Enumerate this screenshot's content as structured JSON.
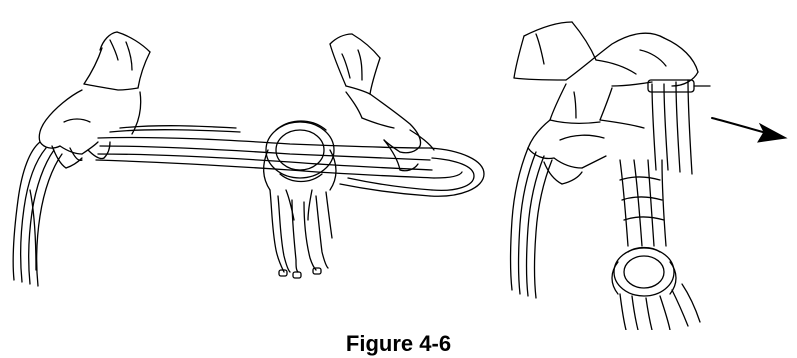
{
  "figure": {
    "caption": "Figure 4-6",
    "panels": [
      {
        "name": "left-panel"
      },
      {
        "name": "right-panel"
      }
    ],
    "colors": {
      "ink": "#000000",
      "paper": "#ffffff"
    },
    "icons": {
      "arrow": "right-arrow-icon"
    }
  }
}
